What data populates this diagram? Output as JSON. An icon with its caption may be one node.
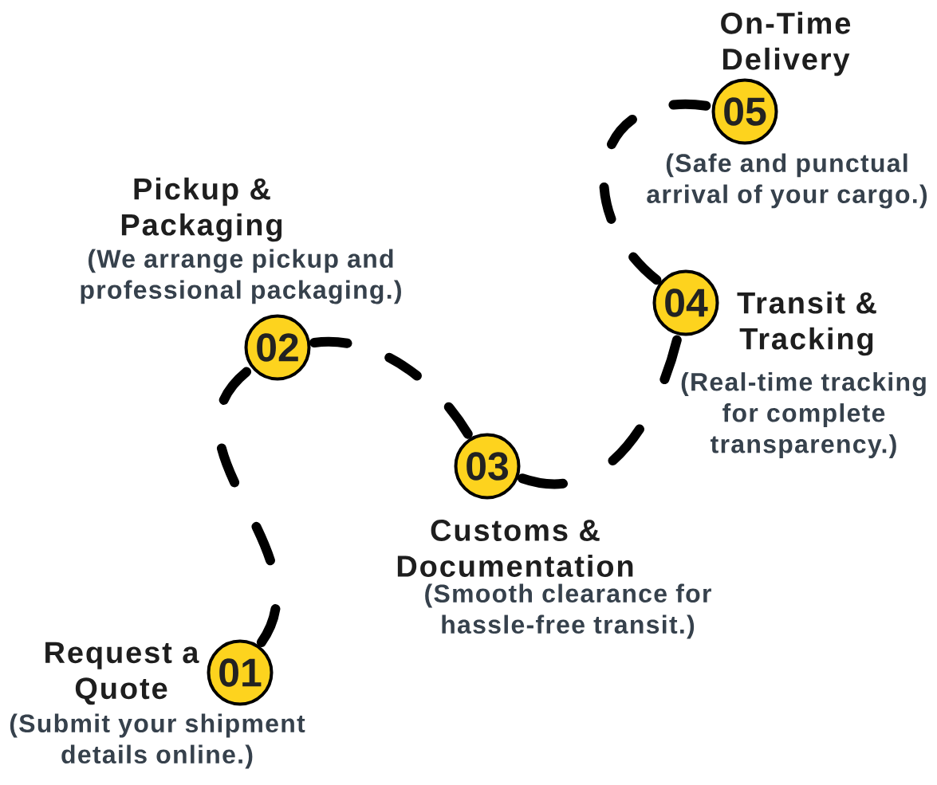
{
  "diagram": {
    "nodes": [
      {
        "text": [
          "01"
        ],
        "beside": [
          "Request a Quote",
          "(Submit your shipment details online.)"
        ]
      },
      {
        "text": [
          "02"
        ],
        "beside": [
          "Pickup & Packaging",
          "(We arrange pickup and professional packaging.)"
        ]
      },
      {
        "text": [
          "03"
        ],
        "beside": [
          "Customs & Documentation",
          "(Smooth clearance for hassle-free transit.)"
        ]
      },
      {
        "text": [
          "04"
        ],
        "beside": [
          "Transit & Tracking",
          "(Real-time tracking for complete transparency.)"
        ]
      },
      {
        "text": [
          "05"
        ],
        "beside": [
          "On-Time Delivery",
          "(Safe and punctual arrival of your cargo.)"
        ]
      }
    ],
    "edges": [
      {
        "from": 0,
        "to": 1,
        "arrow": "none",
        "style": "dashed"
      },
      {
        "from": 1,
        "to": 2,
        "arrow": "none",
        "style": "dashed"
      },
      {
        "from": 2,
        "to": 3,
        "arrow": "none",
        "style": "dashed"
      },
      {
        "from": 3,
        "to": 4,
        "arrow": "none",
        "style": "dashed"
      }
    ]
  }
}
